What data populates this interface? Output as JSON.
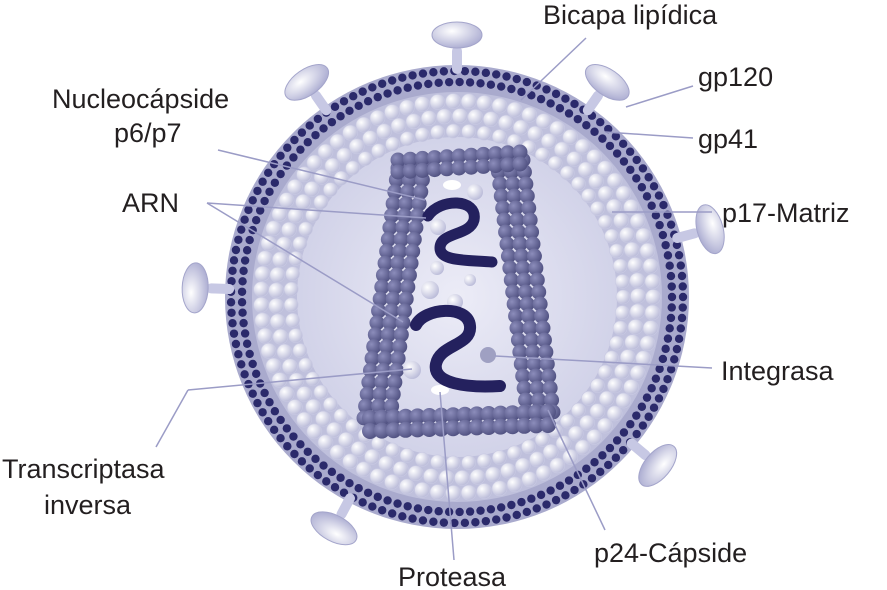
{
  "labels": {
    "bicapa": "Bicapa lipídica",
    "gp120": "gp120",
    "gp41": "gp41",
    "nucleocapside_1": "Nucleocápside",
    "nucleocapside_2": "p6/p7",
    "arn": "ARN",
    "matriz": "p17-Matriz",
    "integrasa": "Integrasa",
    "transcriptasa_1": "Transcriptasa",
    "transcriptasa_2": "inversa",
    "proteasa": "Proteasa",
    "capside": "p24-Cápside"
  },
  "colors": {
    "bilayer_dots": "#2b2a6b",
    "outer_fill": "#a7a8cd",
    "inner_fill": "#dcdcf0",
    "matrix_beads": "#f2f2fa",
    "capsid": "#6d6e9e",
    "capsid_dark": "#55567f",
    "rna": "#24215e",
    "spike": "#cfd0e8",
    "leader_line": "#9b9cc6",
    "text": "#231f20"
  },
  "icons": [
    "hiv-virion-illustration"
  ]
}
